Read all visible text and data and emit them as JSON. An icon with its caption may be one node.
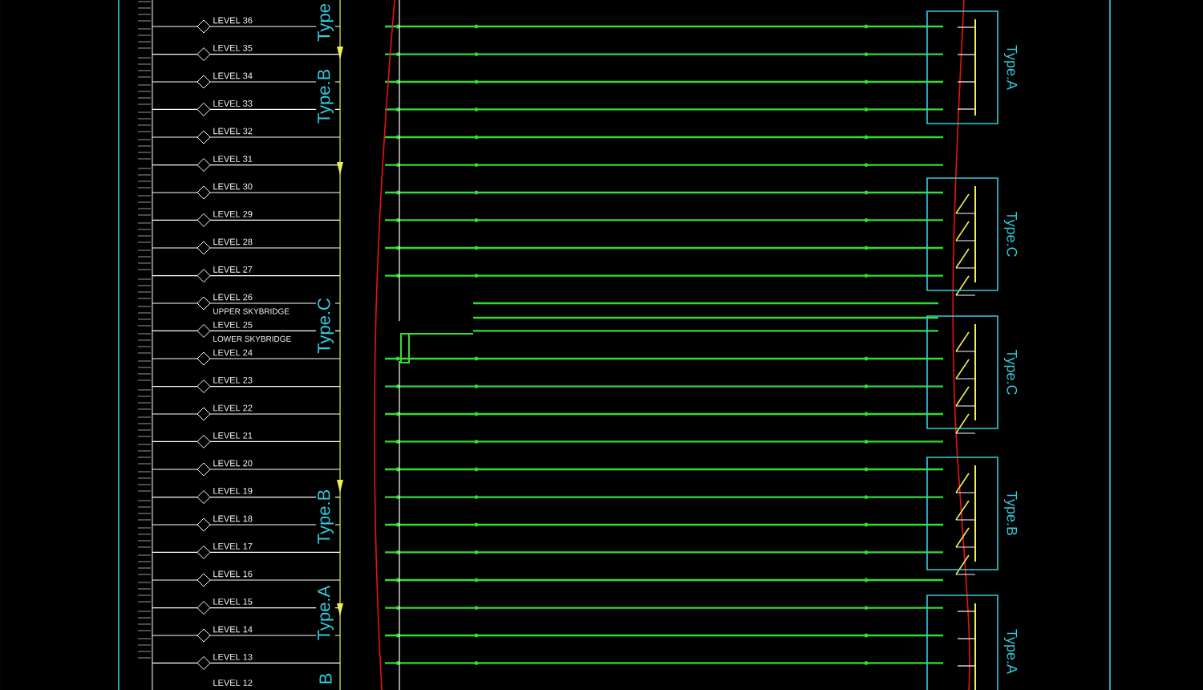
{
  "diagram": {
    "nodes": [
      {
        "text": [
          "Type.A"
        ]
      },
      {
        "text": [
          "Type.C"
        ]
      },
      {
        "text": [
          "Type.C"
        ]
      },
      {
        "text": [
          "Type.B"
        ]
      },
      {
        "text": [
          "Type.A"
        ]
      }
    ],
    "edges": [],
    "labels": [
      "LEVEL 36",
      "LEVEL 35",
      "LEVEL 34",
      "LEVEL 33",
      "LEVEL 32",
      "LEVEL 31",
      "LEVEL 30",
      "LEVEL 29",
      "LEVEL 28",
      "LEVEL 27",
      "LEVEL 26",
      "UPPER SKYBRIDGE",
      "LEVEL 25",
      "LOWER SKYBRIDGE",
      "LEVEL 24",
      "LEVEL 23",
      "LEVEL 22",
      "LEVEL 21",
      "LEVEL 20",
      "LEVEL 19",
      "LEVEL 18",
      "LEVEL 17",
      "LEVEL 16",
      "LEVEL 15",
      "LEVEL 14",
      "LEVEL 13",
      "LEVEL 12",
      "Type",
      "Type.B",
      "Type.C",
      "Type.B",
      "Type.A",
      "B"
    ]
  }
}
